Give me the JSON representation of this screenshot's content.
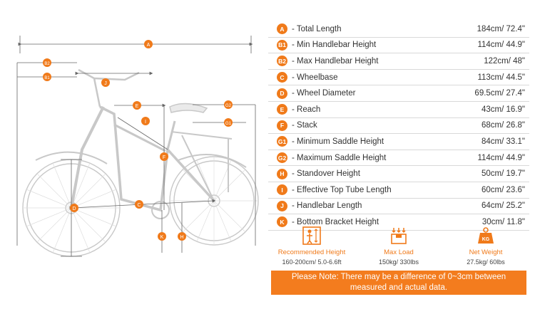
{
  "diagram_labels": {
    "A": "A",
    "B1": "B1",
    "B2": "B2",
    "C": "C",
    "D": "D",
    "E": "E",
    "F": "F",
    "G1": "G1",
    "G2": "G2",
    "H": "H",
    "I": "I",
    "J": "J",
    "K": "K"
  },
  "specs": [
    {
      "badge": "A",
      "label": "- Total Length",
      "value": "184cm/ 72.4\""
    },
    {
      "badge": "B1",
      "label": "- Min Handlebar Height",
      "value": "114cm/ 44.9\""
    },
    {
      "badge": "B2",
      "label": "- Max Handlebar Height",
      "value": "122cm/ 48\""
    },
    {
      "badge": "C",
      "label": "- Wheelbase",
      "value": "113cm/ 44.5\""
    },
    {
      "badge": "D",
      "label": "- Wheel Diameter",
      "value": "69.5cm/ 27.4\""
    },
    {
      "badge": "E",
      "label": "- Reach",
      "value": "43cm/ 16.9\""
    },
    {
      "badge": "F",
      "label": "- Stack",
      "value": "68cm/ 26.8\""
    },
    {
      "badge": "G1",
      "label": "- Minimum Saddle Height",
      "value": "84cm/ 33.1\""
    },
    {
      "badge": "G2",
      "label": "- Maximum Saddle Height",
      "value": "114cm/ 44.9\""
    },
    {
      "badge": "H",
      "label": "- Standover Height",
      "value": "50cm/ 19.7\""
    },
    {
      "badge": "I",
      "label": "- Effective Top Tube Length",
      "value": "60cm/ 23.6\""
    },
    {
      "badge": "J",
      "label": "- Handlebar Length",
      "value": "64cm/ 25.2\""
    },
    {
      "badge": "K",
      "label": "- Bottom Bracket Height",
      "value": "30cm/ 11.8\""
    }
  ],
  "stats": [
    {
      "icon": "person-height-icon",
      "title": "Recommended Height",
      "value": "160-200cm/ 5.0-6.6ft"
    },
    {
      "icon": "max-load-icon",
      "title": "Max Load",
      "value": "150kg/ 330lbs"
    },
    {
      "icon": "kg-weight-icon",
      "title": "Net Weight",
      "value": "27.5kg/ 60lbs",
      "icon_text": "KG"
    }
  ],
  "note": "Please Note: There may be a difference of 0~3cm between measured and actual data.",
  "colors": {
    "accent": "#f07a1a",
    "note_bg": "#f37c1e",
    "line": "#d9d9d9"
  }
}
